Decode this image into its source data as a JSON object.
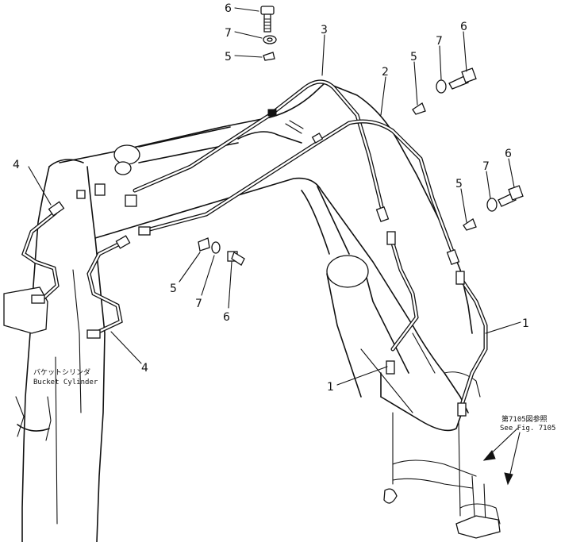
{
  "callouts": {
    "n1a": "1",
    "n1b": "1",
    "n2": "2",
    "n3": "3",
    "n4a": "4",
    "n4b": "4",
    "n5a": "5",
    "n5b": "5",
    "n5c": "5",
    "n5d": "5",
    "n6a": "6",
    "n6b": "6",
    "n6c": "6",
    "n6d": "6",
    "n7a": "7",
    "n7b": "7",
    "n7c": "7",
    "n7d": "7"
  },
  "bucket_cylinder": {
    "jp": "バケットシリンダ",
    "en": "Bucket Cylinder"
  },
  "see_fig": {
    "jp": "第7105図参照",
    "en": "See Fig. 7105"
  }
}
